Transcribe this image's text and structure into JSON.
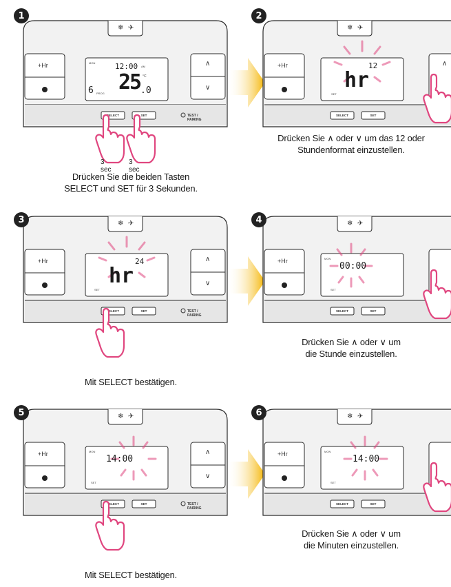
{
  "steps": [
    {
      "num": "1",
      "display_time": "12:00",
      "display_temp": "25",
      "display_temp_dec": ".0",
      "day_label": "MON",
      "prog_num": "6",
      "prog_label": "PROG",
      "am_label": "AM",
      "deg_label": "°C",
      "caption": [
        "Drücken Sie die beiden Tasten",
        "SELECT und SET für 3 Sekunden."
      ],
      "hold1": "3 sec",
      "hold2": "3 sec"
    },
    {
      "num": "2",
      "display_top": "12",
      "display_main": "hr",
      "set_label": "SET",
      "caption": [
        "Drücken Sie  ∧  oder  ∨  um das 12 oder",
        "Stundenformat einzustellen."
      ]
    },
    {
      "num": "3",
      "display_top": "24",
      "display_main": "hr",
      "set_label": "SET",
      "caption": [
        "Mit SELECT bestätigen."
      ]
    },
    {
      "num": "4",
      "display_time": "00:00",
      "day_label": "MON",
      "set_label": "SET",
      "caption": [
        "Drücken Sie  ∧  oder  ∨  um",
        "die Stunde einzustellen."
      ]
    },
    {
      "num": "5",
      "display_time": "14:00",
      "day_label": "MON",
      "set_label": "SET",
      "caption": [
        "Mit SELECT bestätigen."
      ]
    },
    {
      "num": "6",
      "display_time": "14:00",
      "day_label": "MON",
      "set_label": "SET",
      "caption": [
        "Drücken Sie  ∧  oder  ∨  um",
        "die Minuten einzustellen."
      ]
    }
  ],
  "device": {
    "plus_hr": "+Hr",
    "select": "SELECT",
    "set": "SET",
    "test_pairing": "TEST / PAIRING",
    "up": "∧",
    "down": "∨"
  },
  "colors": {
    "accent": "#e0467f",
    "arrow": "#f4b400",
    "body": "#f2f2f2",
    "outline": "#2a2a2a"
  }
}
